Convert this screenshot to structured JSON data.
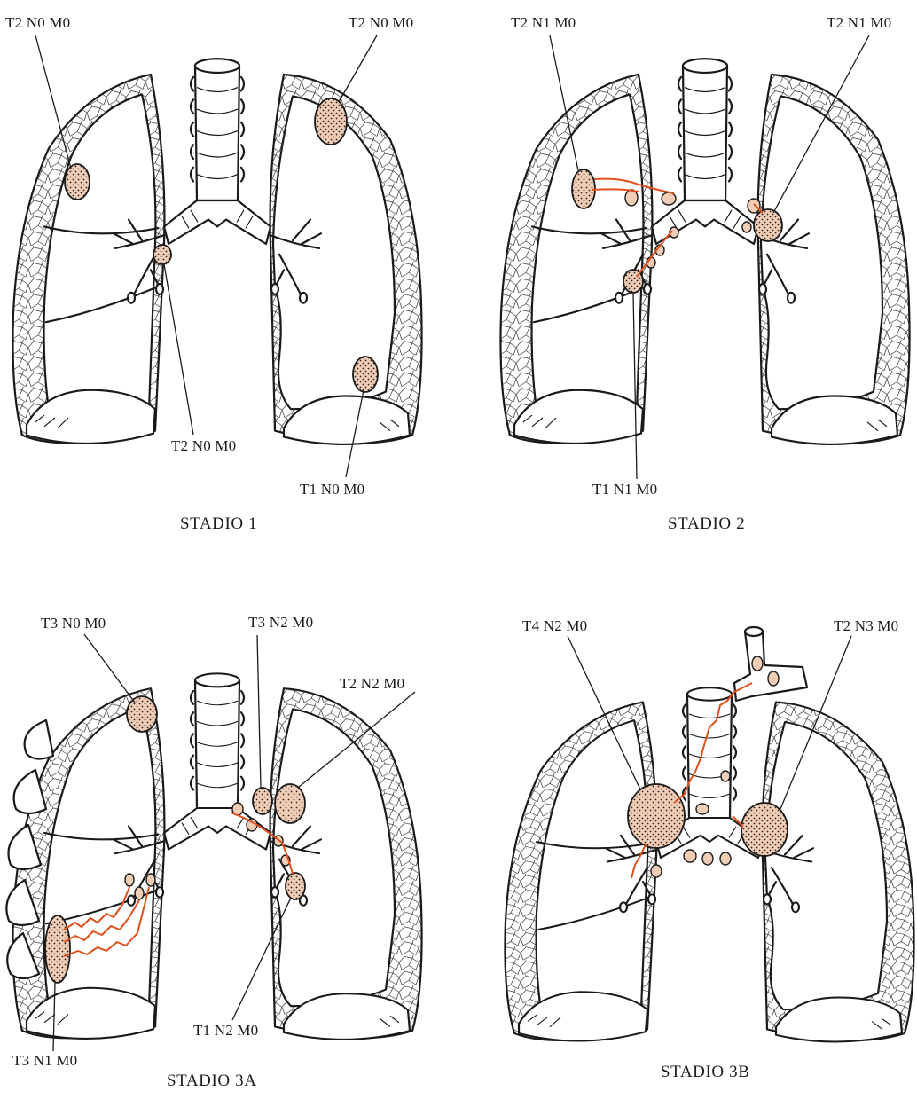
{
  "colors": {
    "tumor_fill": "#f2cdb5",
    "lymphatic_line": "#e0501c",
    "ink": "#1a1a1a",
    "background": "#ffffff"
  },
  "panels": [
    {
      "caption": "STADIO 1",
      "labels": [
        "T2 N0 M0",
        "T2 N0 M0",
        "T2 N0 M0",
        "T1 N0 M0"
      ]
    },
    {
      "caption": "STADIO 2",
      "labels": [
        "T2 N1 M0",
        "T2 N1 M0",
        "T1 N1 M0"
      ]
    },
    {
      "caption": "STADIO 3A",
      "labels": [
        "T3 N0 M0",
        "T3 N2 M0",
        "T2 N2 M0",
        "T1 N2 M0",
        "T3 N1 M0"
      ]
    },
    {
      "caption": "STADIO 3B",
      "labels": [
        "T4 N2 M0",
        "T2 N3 M0"
      ]
    }
  ]
}
